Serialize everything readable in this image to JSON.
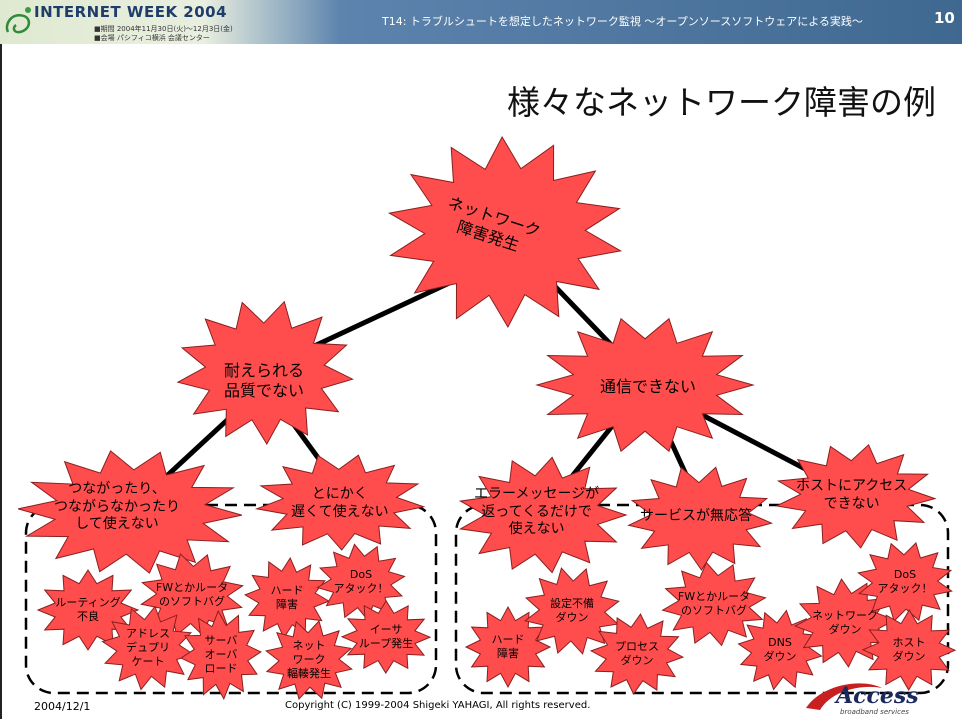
{
  "header": {
    "logo": "INTERNET WEEK 2004",
    "info_line_1": "■期間 2004年11月30日(火)〜12月3日(金)",
    "info_line_2": "■会場 パシフィコ横浜 会議センター",
    "session_title": "T14: トラブルシュートを想定したネットワーク監視 〜オープンソースソフトウェアによる実践〜",
    "page_number": "10"
  },
  "slide": {
    "title": "様々なネットワーク障害の例"
  },
  "tree": {
    "root": {
      "line1": "ネットワーク",
      "line2": "障害発生"
    },
    "left_branch": {
      "line1": "耐えられる",
      "line2": "品質でない"
    },
    "right_branch": {
      "line1": "通信できない"
    },
    "cause_connectivity": {
      "line1": "つながったり、",
      "line2": "つながらなかったり",
      "line3": "して使えない"
    },
    "cause_slow": {
      "line1": "とにかく",
      "line2": "遅くて使えない"
    },
    "cause_error": {
      "line1": "エラーメッセージが",
      "line2": "返ってくるだけで",
      "line3": "使えない"
    },
    "cause_no_response": {
      "line1": "サービスが無応答"
    },
    "cause_host_access": {
      "line1": "ホストにアクセス",
      "line2": "できない"
    }
  },
  "leaves_left": [
    {
      "name": "routing-bad",
      "text": "ルーティング\n不良"
    },
    {
      "name": "fw-router-bug-left",
      "text": "FWとかルータ\nのソフトバグ"
    },
    {
      "name": "hardware-failure-left",
      "text": "ハード\n障害"
    },
    {
      "name": "dos-attack-left",
      "text": "DoS\nアタック！"
    },
    {
      "name": "address-duplicate",
      "text": "アドレス\nデュプリ\nケート"
    },
    {
      "name": "server-overload",
      "text": "サーバ\nオーバ\nロード"
    },
    {
      "name": "network-congestion",
      "text": "ネット\nワーク\n輻輳発生"
    },
    {
      "name": "ether-loop",
      "text": "イーサ\nループ発生"
    }
  ],
  "leaves_right": [
    {
      "name": "hardware-failure-right",
      "text": "ハード\n障害"
    },
    {
      "name": "config-error-down",
      "text": "設定不備\nダウン"
    },
    {
      "name": "process-down",
      "text": "プロセス\nダウン"
    },
    {
      "name": "fw-router-bug-right",
      "text": "FWとかルータ\nのソフトバグ"
    },
    {
      "name": "dns-down",
      "text": "DNS\nダウン"
    },
    {
      "name": "network-down",
      "text": "ネットワーク\nダウン"
    },
    {
      "name": "dos-attack-right",
      "text": "DoS\nアタック！"
    },
    {
      "name": "host-down",
      "text": "ホスト\nダウン"
    }
  ],
  "footer": {
    "date": "2004/12/1",
    "copyright": "Copyright (C) 1999-2004 Shigeki YAHAGI, All rights reserved.",
    "brand": "Access",
    "brand_sub": "broadband services"
  },
  "colors": {
    "star_fill": "#ff4d4d",
    "star_stroke": "#8a1f1f",
    "header_bg": "#4f77a3",
    "connector": "#000000"
  }
}
